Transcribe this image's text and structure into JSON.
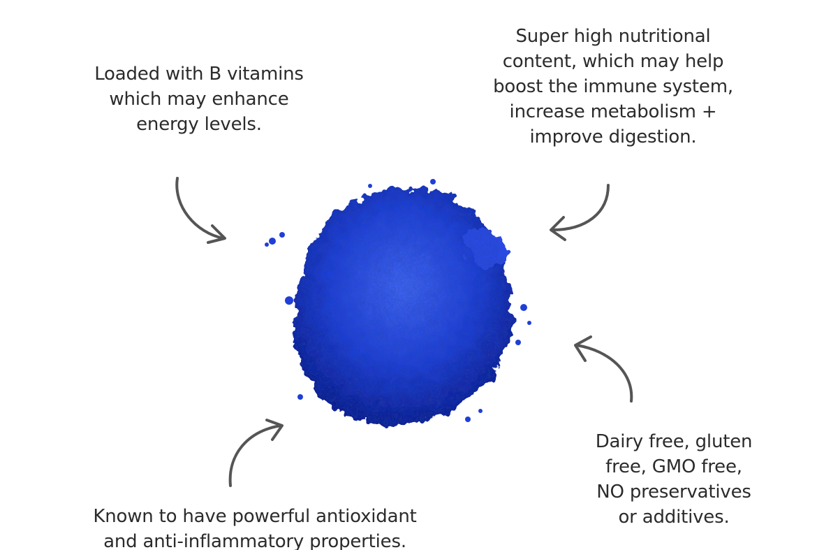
{
  "colors": {
    "text": "#2b2b2b",
    "arrow": "#555555",
    "powder": "#1f3fd6",
    "powder_dark": "#0b1d8f",
    "powder_light": "#3f63f0",
    "background": "#ffffff"
  },
  "callouts": {
    "b_vitamins": {
      "lines": [
        "Loaded with B vitamins",
        "which may enhance",
        "energy levels."
      ]
    },
    "nutrition": {
      "lines": [
        "Super high nutritional",
        "content, which may help",
        "boost the immune system,",
        "increase metabolism +",
        "improve digestion."
      ]
    },
    "antioxidant": {
      "lines": [
        "Known to have powerful antioxidant",
        "and anti-inflammatory properties."
      ]
    },
    "free_from": {
      "lines": [
        "Dairy free, gluten",
        "free, GMO free,",
        "NO preservatives",
        "or additives."
      ]
    }
  },
  "icons": {
    "arrows": [
      "curved-arrow-icon",
      "curved-arrow-icon",
      "curved-arrow-icon",
      "curved-arrow-icon"
    ],
    "product": "blue-powder-pile"
  }
}
